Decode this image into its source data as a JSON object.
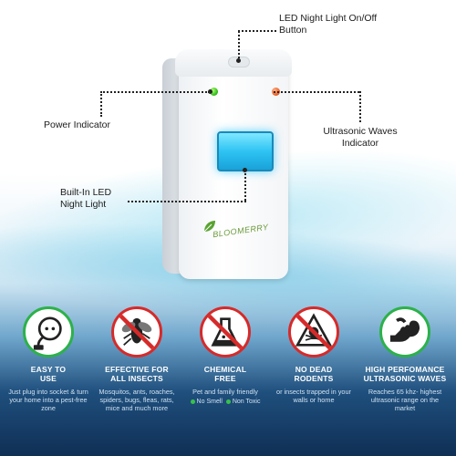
{
  "callouts": {
    "night_light_button": "LED Night Light On/Off Button",
    "power_indicator": "Power Indicator",
    "ultrasonic_indicator": "Ultrasonic Waves Indicator",
    "built_in_led": "Built-In LED Night Light"
  },
  "device": {
    "logo_text": "BLOOMERRY"
  },
  "features": [
    {
      "title_line1": "EASY TO",
      "title_line2": "USE",
      "desc": "Just plug into socket & turn your home into a pest-free zone",
      "icon": "plug-icon",
      "badge_color": "#2cb14a"
    },
    {
      "title_line1": "EFFECTIVE FOR",
      "title_line2": "ALL INSECTS",
      "desc": "Mosquitos, ants, roaches, spiders, bugs, fleas, rats, mice and much more",
      "icon": "no-fly-icon",
      "badge_color": "#d62a2a"
    },
    {
      "title_line1": "CHEMICAL",
      "title_line2": "FREE",
      "desc": "Pet and family friendly",
      "chips": [
        "No Smell",
        "Non Toxic"
      ],
      "icon": "no-chemical-flask-icon",
      "badge_color": "#d62a2a"
    },
    {
      "title_line1": "NO DEAD",
      "title_line2": "RODENTS",
      "desc": "or insects trapped in your walls or home",
      "icon": "no-skull-icon",
      "badge_color": "#d62a2a"
    },
    {
      "title_line1": "HIGH PERFOMANCE",
      "title_line2": "ULTRASONIC WAVES",
      "desc": "Reaches 65 khz- highest ultrasonic range on the market",
      "icon": "flexed-arm-icon",
      "badge_color": "#2cb14a"
    }
  ],
  "colors": {
    "green": "#2cb14a",
    "red": "#d62a2a",
    "night_light_blue": "#2ec3f3",
    "panel_blue": "#1f4f7d"
  }
}
